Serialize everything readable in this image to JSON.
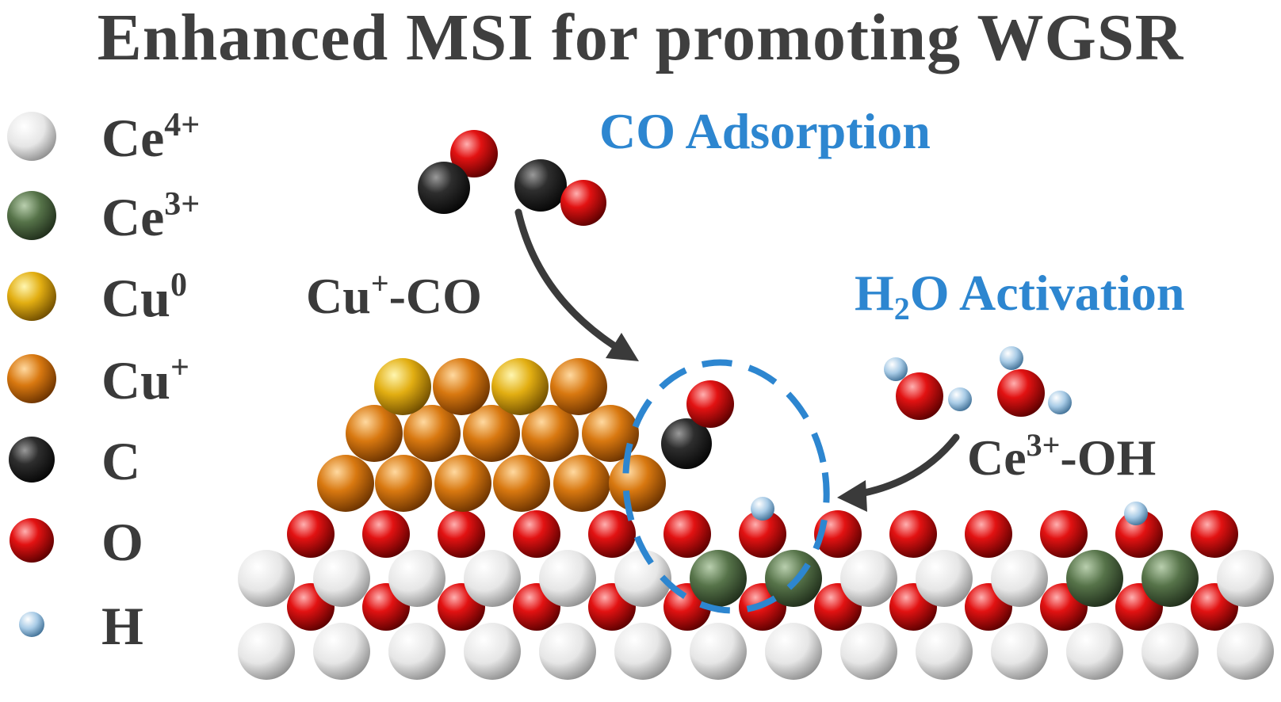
{
  "title": "Enhanced MSI for promoting WGSR",
  "legend": [
    {
      "symbol": "Ce",
      "charge": "4+",
      "atom": "ce4"
    },
    {
      "symbol": "Ce",
      "charge": "3+",
      "atom": "ce3"
    },
    {
      "symbol": "Cu",
      "charge": "0",
      "atom": "cu0"
    },
    {
      "symbol": "Cu",
      "charge": "+",
      "atom": "cuplus"
    },
    {
      "symbol": "C",
      "charge": "",
      "atom": "c"
    },
    {
      "symbol": "O",
      "charge": "",
      "atom": "o"
    },
    {
      "symbol": "H",
      "charge": "",
      "atom": "h"
    }
  ],
  "labels": {
    "co_adsorption": "CO Adsorption",
    "h2o_h": "H",
    "h2o_sub": "2",
    "h2o_rest": "O Activation",
    "cu_co_a": "Cu",
    "cu_co_sup": "+",
    "cu_co_b": "-CO",
    "ce_oh_a": "Ce",
    "ce_oh_sup": "3+",
    "ce_oh_b": "-OH"
  },
  "colors": {
    "title": "#3f3f3f",
    "accent_blue": "#2d86d0",
    "arrow": "#3a3a3a",
    "ce4": "#f2f2f2",
    "ce3": "#4f6b45",
    "cu0": "#e0ad14",
    "cuplus": "#d97a10",
    "c": "#2a2a2a",
    "o": "#e01010",
    "h": "#9cc4e4"
  }
}
